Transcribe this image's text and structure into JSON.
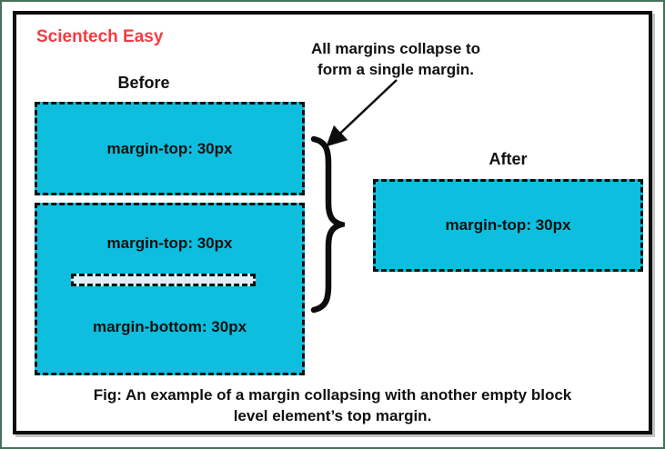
{
  "brand": "Scientech Easy",
  "colors": {
    "box_fill": "#0dbede",
    "brand_red": "#f83a43",
    "ink": "#101010",
    "outer_border_green": "#46705a",
    "empty_block_fill": "#d9f2f8",
    "frame_border": "#0d0d0d"
  },
  "before_section": {
    "label": "Before",
    "top_box_text": "margin-top: 30px",
    "bottom_box": {
      "margin_top_text": "margin-top: 30px",
      "margin_bottom_text": "margin-bottom: 30px"
    }
  },
  "after_section": {
    "label": "After",
    "box_text": "margin-top: 30px"
  },
  "annotation": {
    "line1": "All margins collapse to",
    "line2": "form a single margin."
  },
  "caption": {
    "line1": "Fig: An example of a margin collapsing with another empty block",
    "line2": "level element’s top margin."
  },
  "icons": {
    "brace": "right-curly-brace",
    "arrow": "diagonal-arrow-down-left"
  }
}
